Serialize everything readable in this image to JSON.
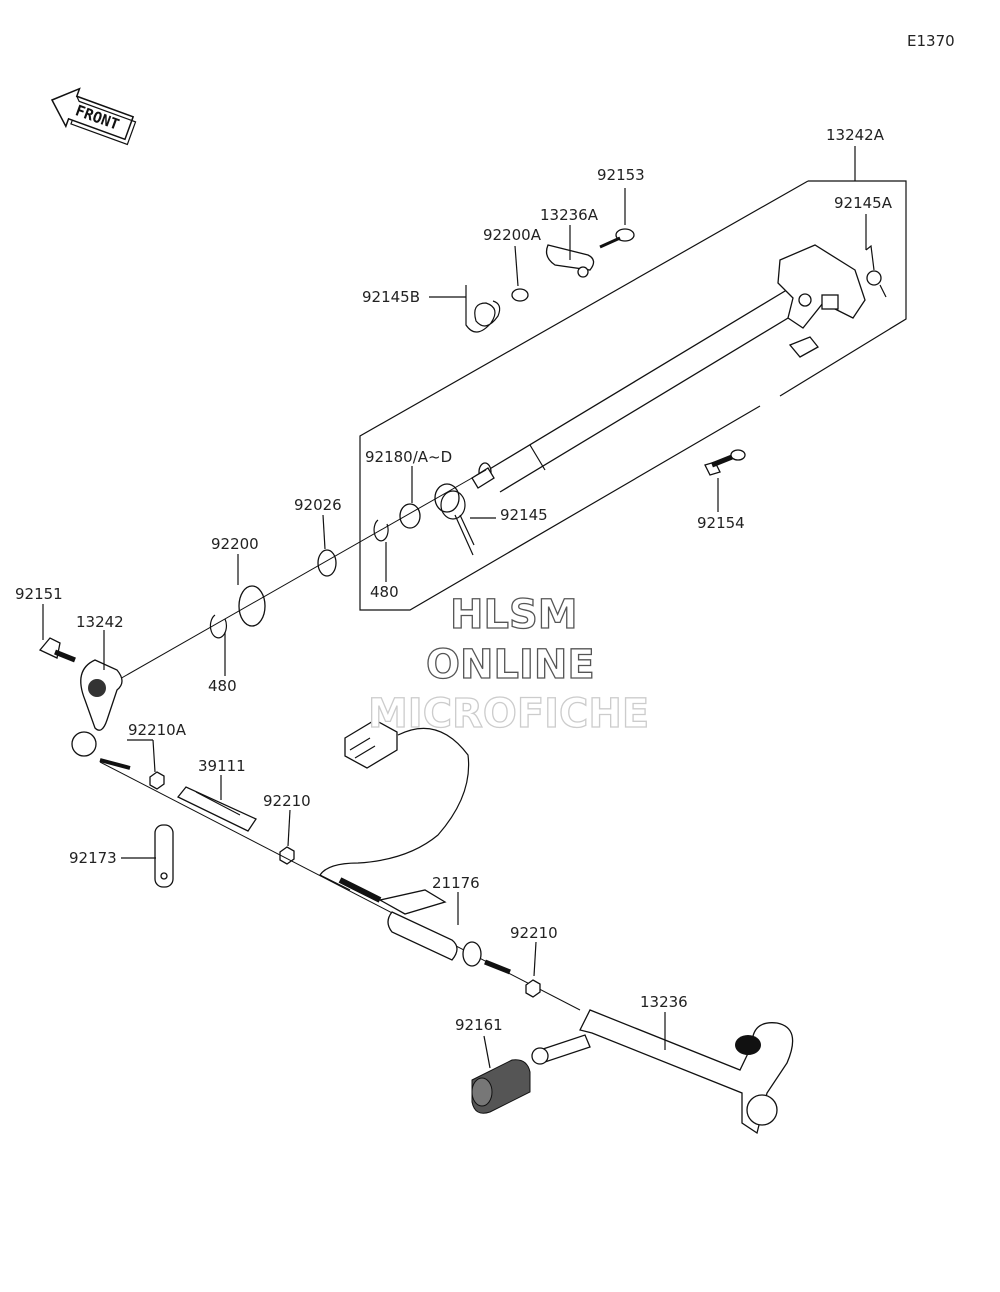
{
  "diagram_code": "E1370",
  "front_arrow": "FRONT",
  "watermark": {
    "line1": "HLSM",
    "line2": "ONLINE",
    "line3": "MICROFICHE"
  },
  "labels": [
    "13242A",
    "92153",
    "92145A",
    "13236A",
    "92200A",
    "92145B",
    "92180/A~D",
    "92145",
    "92154",
    "92026",
    "480",
    "92200",
    "480",
    "92151",
    "13242",
    "92210A",
    "39111",
    "92210",
    "92173",
    "21176",
    "92210",
    "13236",
    "92161"
  ]
}
